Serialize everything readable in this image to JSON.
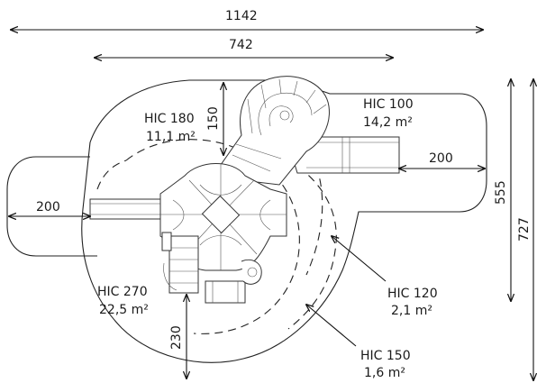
{
  "dimensions": {
    "overall_width": "1142",
    "inner_width": "742",
    "right_height_outer": "727",
    "right_height_inner": "555",
    "left_offset": "200",
    "right_offset": "200",
    "top_offset": "150",
    "bottom_offset": "230"
  },
  "zones": [
    {
      "name": "HIC 180",
      "area": "11,1 m²"
    },
    {
      "name": "HIC 100",
      "area": "14,2 m²"
    },
    {
      "name": "HIC 270",
      "area": "22,5 m²"
    },
    {
      "name": "HIC 120",
      "area": "2,1 m²"
    },
    {
      "name": "HIC 150",
      "area": "1,6 m²"
    }
  ]
}
